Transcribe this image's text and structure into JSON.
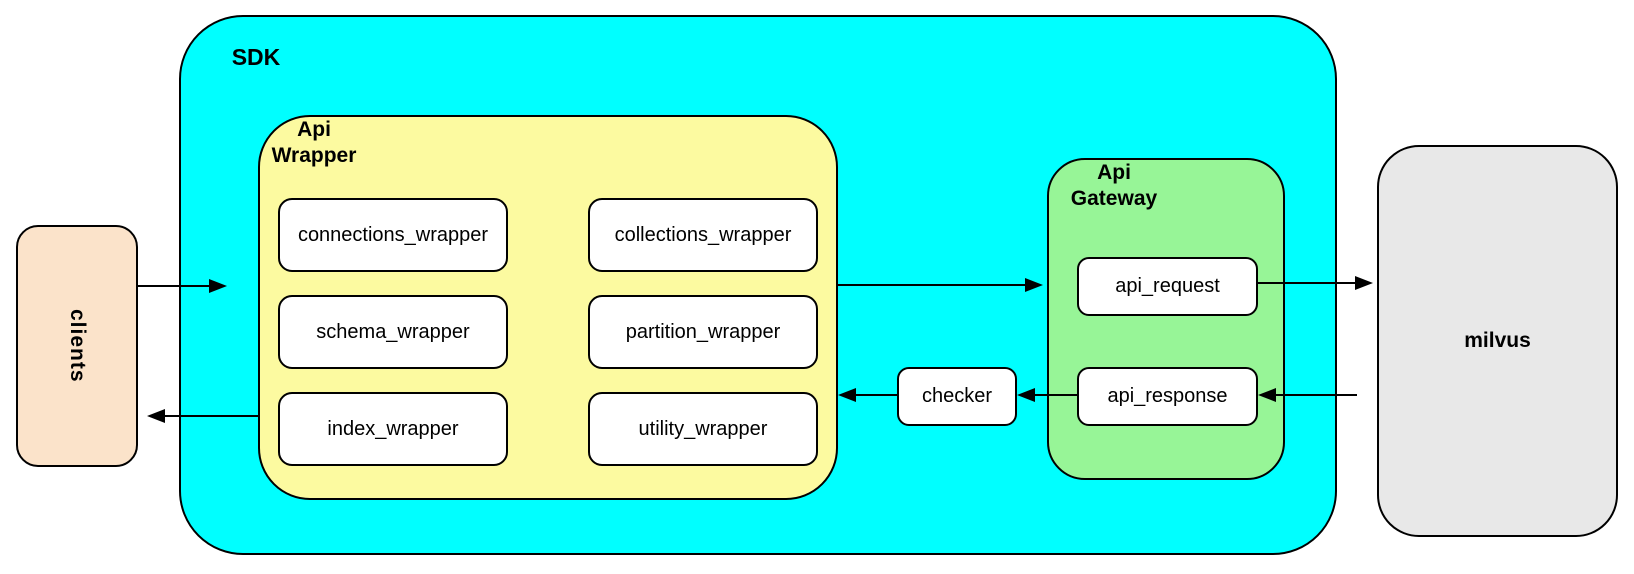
{
  "nodes": {
    "clients": {
      "label": "clients",
      "fill": "#FBE3CA"
    },
    "sdk": {
      "label": "SDK",
      "fill": "#00FFFF"
    },
    "api_wrapper": {
      "label": "Api\nWrapper",
      "fill": "#FCFAA0",
      "children": [
        "connections_wrapper",
        "collections_wrapper",
        "schema_wrapper",
        "partition_wrapper",
        "index_wrapper",
        "utility_wrapper"
      ]
    },
    "checker": {
      "label": "checker",
      "fill": "#FFFFFF"
    },
    "api_gateway": {
      "label": "Api\nGateway",
      "fill": "#97F597",
      "children": [
        "api_request",
        "api_response"
      ]
    },
    "milvus": {
      "label": "milvus",
      "fill": "#E8E8E8"
    }
  },
  "connections": [
    {
      "from": "clients",
      "to": "SDK",
      "direction": "right"
    },
    {
      "from": "Api Wrapper",
      "to": "Api Gateway",
      "direction": "right"
    },
    {
      "from": "api_request",
      "to": "milvus",
      "direction": "right"
    },
    {
      "from": "milvus",
      "to": "api_response",
      "direction": "left"
    },
    {
      "from": "api_response",
      "to": "checker",
      "direction": "left"
    },
    {
      "from": "checker",
      "to": "Api Wrapper",
      "direction": "left"
    },
    {
      "from": "Api Wrapper",
      "to": "clients",
      "direction": "left"
    }
  ]
}
